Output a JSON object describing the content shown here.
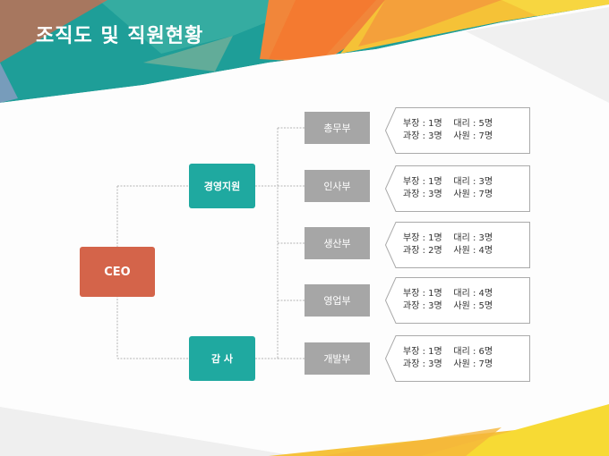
{
  "title": "조직도 및 직원현황",
  "ceo": "CEO",
  "branches": [
    {
      "label": "경영지원"
    },
    {
      "label": "감 사"
    }
  ],
  "departments": [
    {
      "name": "총무부",
      "line1": "부장 : 1명    대리 : 5명",
      "line2": "과장 : 3명    사원 : 7명"
    },
    {
      "name": "인사부",
      "line1": "부장 : 1명    대리 : 3명",
      "line2": "과장 : 3명    사원 : 7명"
    },
    {
      "name": "생산부",
      "line1": "부장 : 1명    대리 : 3명",
      "line2": "과장 : 2명    사원 : 4명"
    },
    {
      "name": "영업부",
      "line1": "부장 : 1명    대리 : 4명",
      "line2": "과장 : 3명    사원 : 5명"
    },
    {
      "name": "개발부",
      "line1": "부장 : 1명    대리 : 6명",
      "line2": "과장 : 3명    사원 : 7명"
    }
  ],
  "colors": {
    "ceo": "#d4644a",
    "branch": "#1fa9a0",
    "department": "#a6a6a6",
    "line": "#b5b5b5"
  }
}
